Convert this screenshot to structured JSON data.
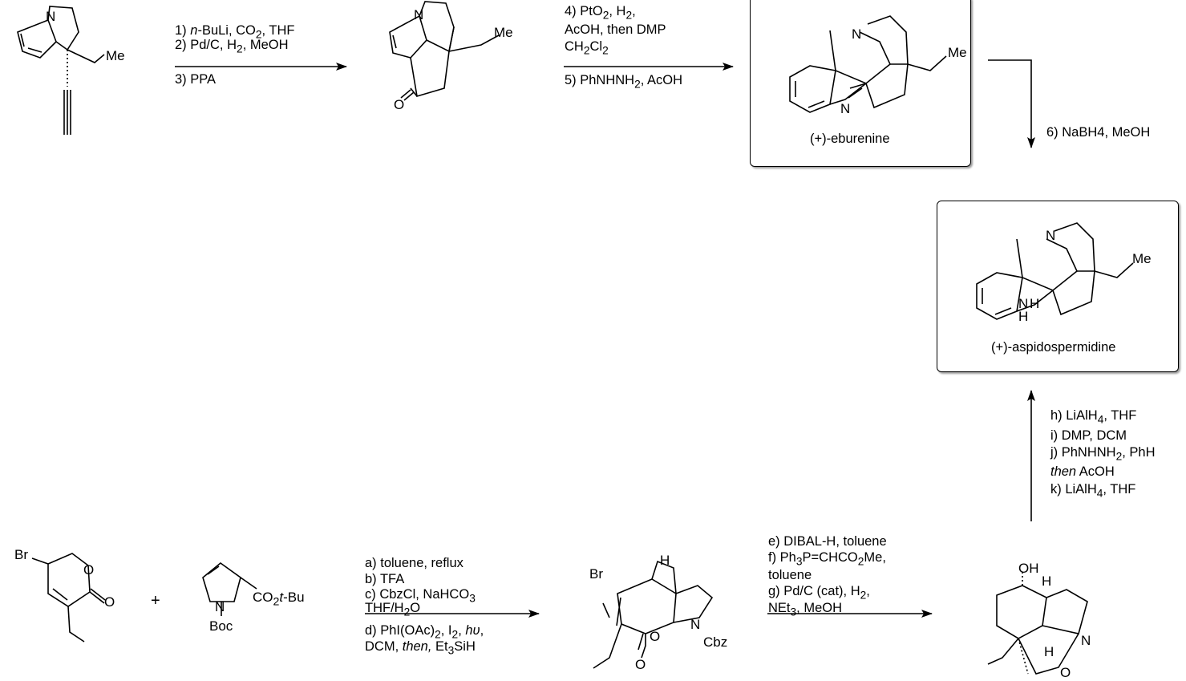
{
  "step1": {
    "line1_pre": "1) ",
    "line1_it": "n",
    "line1_post": "-BuLi, CO",
    "line1_sub": "2",
    "line1_end": ", THF",
    "line2_pre": "2) Pd/C, H",
    "line2_sub": "2",
    "line2_end": ", MeOH",
    "line3": "3) PPA"
  },
  "step2": {
    "line1_pre": "4) PtO",
    "line1_sub": "2",
    "line1_end": ", H",
    "line1_sub2": "2",
    "line1_tail": ",",
    "line2": "AcOH, then DMP",
    "line3_pre": "CH",
    "line3_sub": "2",
    "line3_mid": "Cl",
    "line3_sub2": "2",
    "line4_pre": "5) PhNHNH",
    "line4_sub": "2",
    "line4_end": ", AcOH"
  },
  "step3": {
    "label": "6) NaBH4, MeOH"
  },
  "step4": {
    "h_pre": "h) LiAlH",
    "h_sub": "4",
    "h_end": ", THF",
    "i": "i) DMP, DCM",
    "j_pre": "j) PhNHNH",
    "j_sub": "2",
    "j_end": ", PhH",
    "then_it": "then",
    "then_end": " AcOH",
    "k_pre": "k) LiAlH",
    "k_sub": "4",
    "k_end": ", THF"
  },
  "step5": {
    "a": "a) toluene, reflux",
    "b": "b) TFA",
    "c": "c) CbzCl, NaHCO",
    "c_sub": "3",
    "c2_pre": "THF/H",
    "c2_sub": "2",
    "c2_end": "O",
    "d_pre": "d) PhI(OAc)",
    "d_sub": "2",
    "d_mid": ", I",
    "d_sub2": "2",
    "d_mid2": ", ",
    "d_it": "hυ",
    "d_tail": ",",
    "d2_pre": "DCM, ",
    "d2_it": "then,",
    "d2_mid": " Et",
    "d2_sub": "3",
    "d2_end": "SiH"
  },
  "step6": {
    "e": "e) DIBAL-H, toluene",
    "f_pre": "f) Ph",
    "f_sub": "3",
    "f_mid": "P=CHCO",
    "f_sub2": "2",
    "f_end": "Me,",
    "f2": "toluene",
    "g_pre": "g) Pd/C (cat), H",
    "g_sub": "2",
    "g_end": ",",
    "g2_pre": "NEt",
    "g2_sub": "3",
    "g2_end": ", MeOH"
  },
  "products": {
    "eburenine": "(+)-eburenine",
    "aspidospermidine": "(+)-aspidospermidine"
  },
  "atoms": {
    "N": "N",
    "Me": "Me",
    "O": "O",
    "H": "H",
    "Br": "Br",
    "OH": "OH",
    "Boc": "Boc",
    "Cbz": "Cbz",
    "co2_pre": "CO",
    "co2_sub": "2",
    "co2_it": "t",
    "co2_end": "-Bu",
    "plus": "+"
  }
}
